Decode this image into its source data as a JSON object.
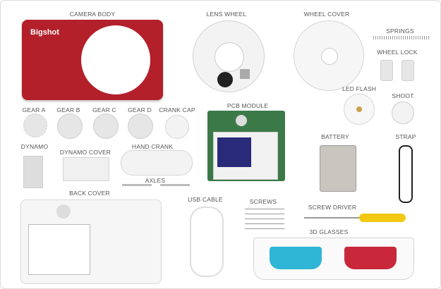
{
  "brand_logo": "Bigshot",
  "colors": {
    "camera_body": "#b3202a",
    "glasses_cyan": "#2fb5d6",
    "glasses_red": "#c8283a",
    "screwdriver": "#f2c812"
  },
  "labels": {
    "camera_body": "CAMERA BODY",
    "lens_wheel": "LENS WHEEL",
    "wheel_cover": "WHEEL COVER",
    "springs": "SPRINGS",
    "wheel_lock": "WHEEL LOCK",
    "led_flash": "LED FLASH",
    "shoot": "SHOOT",
    "gear_a": "GEAR A",
    "gear_b": "GEAR B",
    "gear_c": "GEAR C",
    "gear_d": "GEAR D",
    "crank_cap": "CRANK CAP",
    "pcb_module": "PCB MODULE",
    "battery": "BATTERY",
    "strap": "STRAP",
    "dynamo": "DYNAMO",
    "dynamo_cover": "DYNAMO COVER",
    "hand_crank": "HAND CRANK",
    "axles": "AXLES",
    "back_cover": "BACK COVER",
    "usb_cable": "USB CABLE",
    "screws": "SCREWS",
    "screw_driver": "SCREW DRIVER",
    "glasses_3d": "3D GLASSES"
  }
}
